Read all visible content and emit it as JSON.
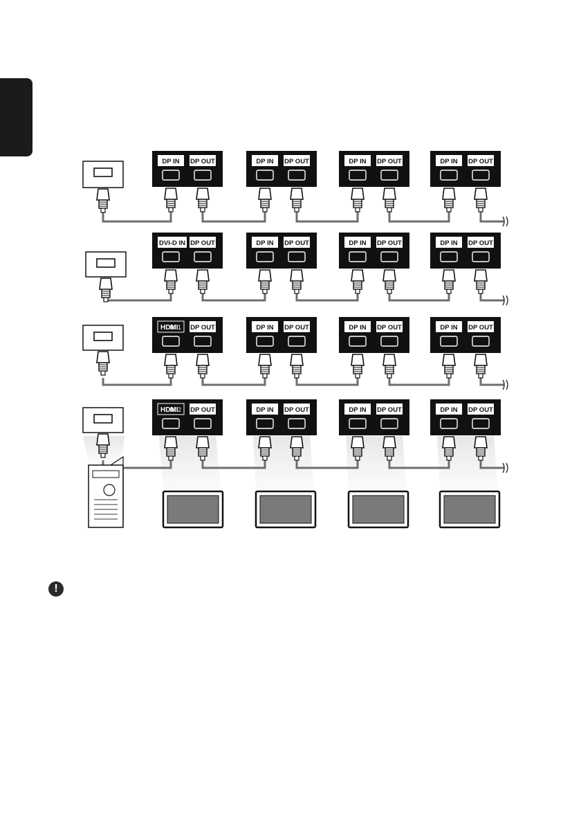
{
  "side_tab": {
    "color": "#1b1b1b"
  },
  "note_icon": {
    "name": "exclamation-icon",
    "glyph": "!"
  },
  "labels": {
    "dp_in": "DP IN",
    "dp_out": "DP OUT",
    "dvi_d_in": "DVI-D IN",
    "hdmi_logo": "HDMI",
    "hdmi_in_1": "IN 1",
    "hdmi_in_2": "IN 2"
  },
  "rows": [
    {
      "id": "dp-chain",
      "source": "displayport",
      "first_input": "dp_in"
    },
    {
      "id": "dvi-chain",
      "source": "dvi",
      "first_input": "dvi_d_in"
    },
    {
      "id": "hdmi1-chain",
      "source": "hdmi",
      "first_input": "hdmi_in_1"
    },
    {
      "id": "hdmi2-chain",
      "source": "hdmi-pc",
      "first_input": "hdmi_in_2"
    }
  ],
  "monitors_per_chain": 4,
  "colors": {
    "panel": "#111111",
    "label_bg": "#ffffff",
    "cable": "#6e6e6e",
    "screen": "#7a7a7a"
  }
}
